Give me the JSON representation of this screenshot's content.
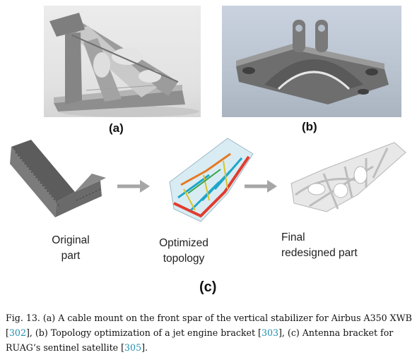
{
  "figure": {
    "panel_a_label": "(a)",
    "panel_b_label": "(b)",
    "panel_c_label": "(c)",
    "steps": [
      {
        "line1": "Original",
        "line2": "part"
      },
      {
        "line1": "Optimized",
        "line2": "topology"
      },
      {
        "line1": "Final",
        "line2": "redesigned part"
      }
    ]
  },
  "caption": {
    "fig_label": "Fig. 13.",
    "seg1": " (a) A cable mount on the front spar of the vertical stabilizer for Airbus A350 XWB [",
    "ref1": "302",
    "seg2": "], (b) Topology optimization of a jet engine bracket [",
    "ref2": "303",
    "seg3": "], (c) Antenna bracket for RUAG’s sentinel satellite [",
    "ref3": "305",
    "seg4": "]."
  },
  "colors": {
    "citation": "#1e8fb0",
    "arrow": "#a6a6a6"
  }
}
